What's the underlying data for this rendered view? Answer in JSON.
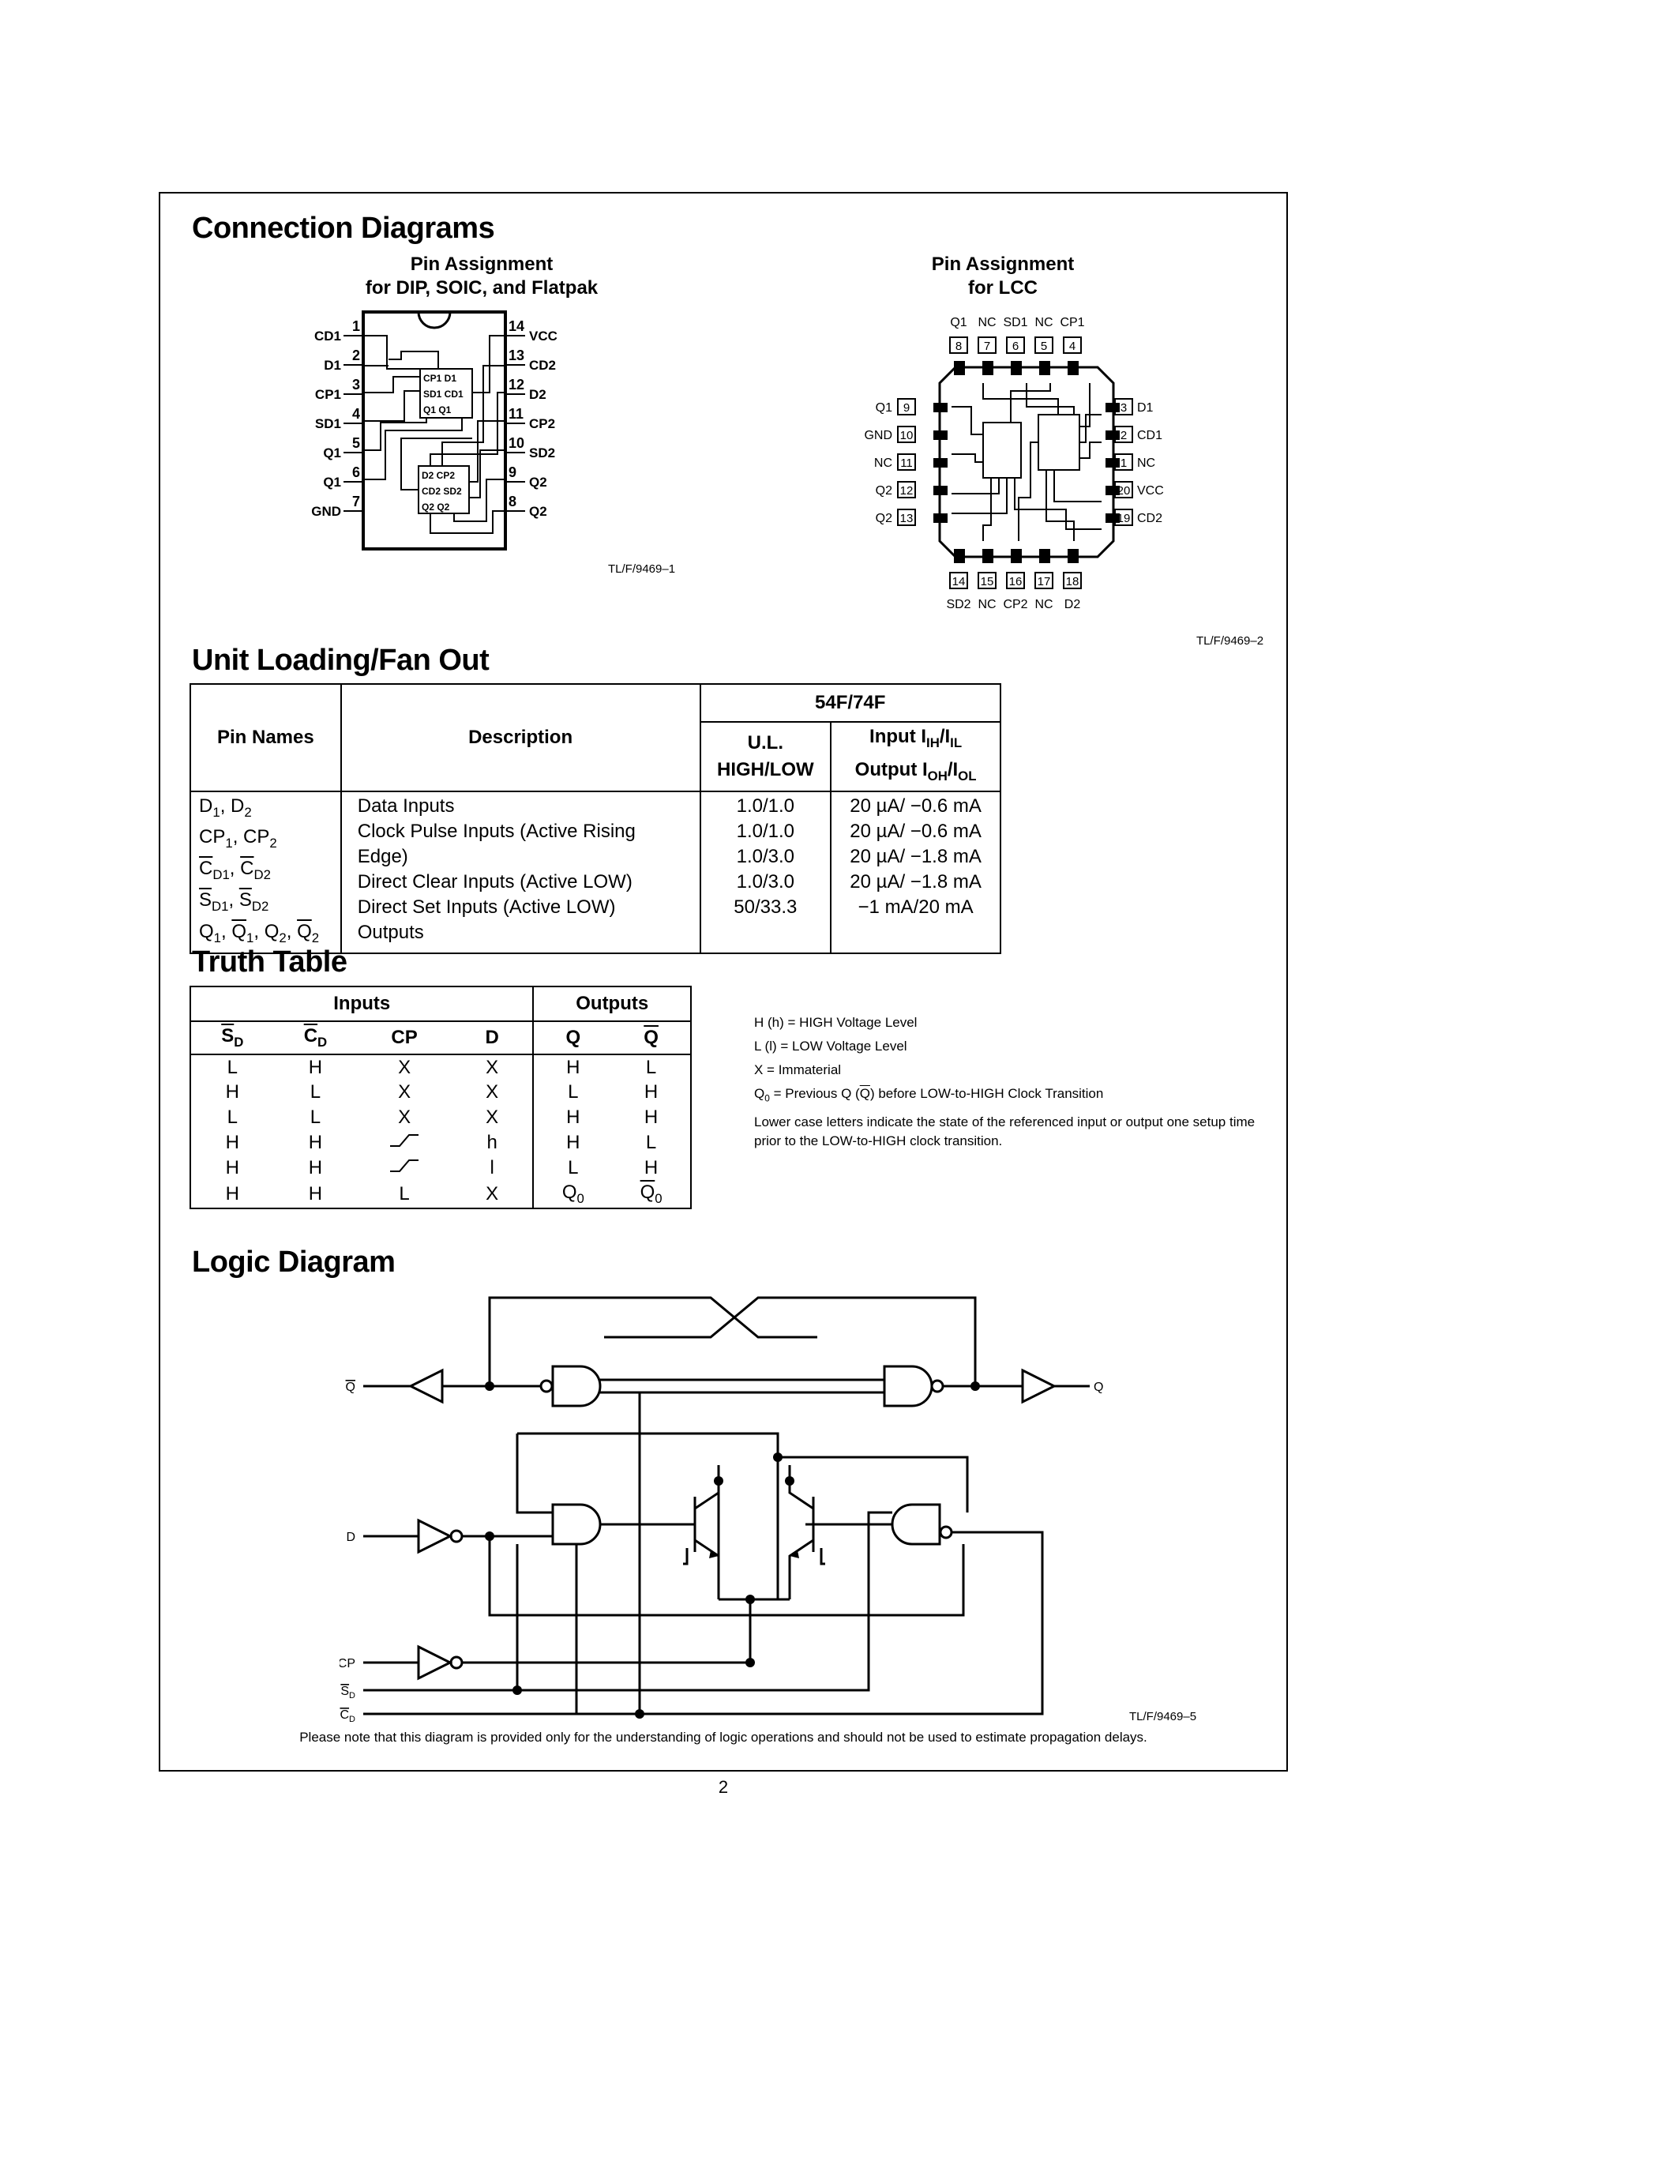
{
  "connection": {
    "title": "Connection Diagrams",
    "dip_title": "Pin Assignment\nfor DIP, SOIC, and Flatpak",
    "lcc_title": "Pin Assignment\nfor LCC",
    "dip_ref": "TL/F/9469–1",
    "lcc_ref": "TL/F/9469–2"
  },
  "unit_loading": {
    "title": "Unit Loading/Fan Out",
    "header_pin_names": "Pin Names",
    "header_description": "Description",
    "header_family": "54F/74F",
    "header_ul": "U.L.",
    "header_ul2": "HIGH/LOW",
    "header_input": "Input IIH/IIL",
    "header_output": "Output IOH/IOL",
    "rows": [
      {
        "pins": "D1, D2",
        "desc": "Data Inputs",
        "ul": "1.0/1.0",
        "io": "20 µA/ −0.6 mA"
      },
      {
        "pins": "CP1, CP2",
        "desc": "Clock Pulse Inputs (Active Rising Edge)",
        "ul": "1.0/1.0",
        "io": "20 µA/ −0.6 mA"
      },
      {
        "pins": "CD1, CD2",
        "desc": "Direct Clear Inputs (Active LOW)",
        "ul": "1.0/3.0",
        "io": "20 µA/ −1.8 mA"
      },
      {
        "pins": "SD1, SD2",
        "desc": "Direct Set Inputs (Active LOW)",
        "ul": "1.0/3.0",
        "io": "20 µA/ −1.8 mA"
      },
      {
        "pins": "Q1, Q1, Q2, Q2",
        "desc": "Outputs",
        "ul": "50/33.3",
        "io": "−1 mA/20 mA"
      }
    ]
  },
  "truth_table": {
    "title": "Truth Table",
    "group_inputs": "Inputs",
    "group_outputs": "Outputs",
    "columns": [
      "SD",
      "CD",
      "CP",
      "D",
      "Q",
      "Q"
    ],
    "rows": [
      [
        "L",
        "H",
        "X",
        "X",
        "H",
        "L"
      ],
      [
        "H",
        "L",
        "X",
        "X",
        "L",
        "H"
      ],
      [
        "L",
        "L",
        "X",
        "X",
        "H",
        "H"
      ],
      [
        "H",
        "H",
        "rising-edge",
        "h",
        "H",
        "L"
      ],
      [
        "H",
        "H",
        "rising-edge",
        "l",
        "L",
        "H"
      ],
      [
        "H",
        "H",
        "L",
        "X",
        "Q0",
        "Q0"
      ]
    ],
    "notes": [
      "H (h) = HIGH Voltage Level",
      "L (l) = LOW Voltage Level",
      "X = Immaterial",
      "Q0 = Previous Q (Q) before LOW-to-HIGH Clock Transition",
      "Lower case letters indicate the state of the referenced input or output one setup time prior to the LOW-to-HIGH clock transition."
    ]
  },
  "logic": {
    "title": "Logic Diagram",
    "ref": "TL/F/9469–5",
    "disclaimer": "Please note that this diagram is provided only for the understanding of logic operations and should not be used to estimate propagation delays.",
    "labels": {
      "qbar": "Q",
      "q": "Q",
      "d": "D",
      "cp": "CP",
      "sd": "SD",
      "cd": "CD"
    }
  },
  "dip": {
    "left_pins": [
      {
        "n": "1",
        "label": "CD1"
      },
      {
        "n": "2",
        "label": "D1"
      },
      {
        "n": "3",
        "label": "CP1"
      },
      {
        "n": "4",
        "label": "SD1"
      },
      {
        "n": "5",
        "label": "Q1"
      },
      {
        "n": "6",
        "label": "Q1"
      },
      {
        "n": "7",
        "label": "GND"
      }
    ],
    "right_pins": [
      {
        "n": "14",
        "label": "VCC"
      },
      {
        "n": "13",
        "label": "CD2"
      },
      {
        "n": "12",
        "label": "D2"
      },
      {
        "n": "11",
        "label": "CP2"
      },
      {
        "n": "10",
        "label": "SD2"
      },
      {
        "n": "9",
        "label": "Q2"
      },
      {
        "n": "8",
        "label": "Q2"
      }
    ]
  },
  "lcc": {
    "top_pins": [
      {
        "n": "8",
        "label": "Q1"
      },
      {
        "n": "7",
        "label": "NC"
      },
      {
        "n": "6",
        "label": "SD1"
      },
      {
        "n": "5",
        "label": "NC"
      },
      {
        "n": "4",
        "label": "CP1"
      }
    ],
    "left_pins": [
      {
        "n": "9",
        "label": "Q1"
      },
      {
        "n": "10",
        "label": "GND"
      },
      {
        "n": "11",
        "label": "NC"
      },
      {
        "n": "12",
        "label": "Q2"
      },
      {
        "n": "13",
        "label": "Q2"
      }
    ],
    "right_pins": [
      {
        "n": "3",
        "label": "D1"
      },
      {
        "n": "2",
        "label": "CD1"
      },
      {
        "n": "1",
        "label": "NC"
      },
      {
        "n": "20",
        "label": "VCC"
      },
      {
        "n": "19",
        "label": "CD2"
      }
    ],
    "bottom_pins": [
      {
        "n": "14",
        "label": "SD2"
      },
      {
        "n": "15",
        "label": "NC"
      },
      {
        "n": "16",
        "label": "CP2"
      },
      {
        "n": "17",
        "label": "NC"
      },
      {
        "n": "18",
        "label": "D2"
      }
    ]
  },
  "page_number": "2"
}
